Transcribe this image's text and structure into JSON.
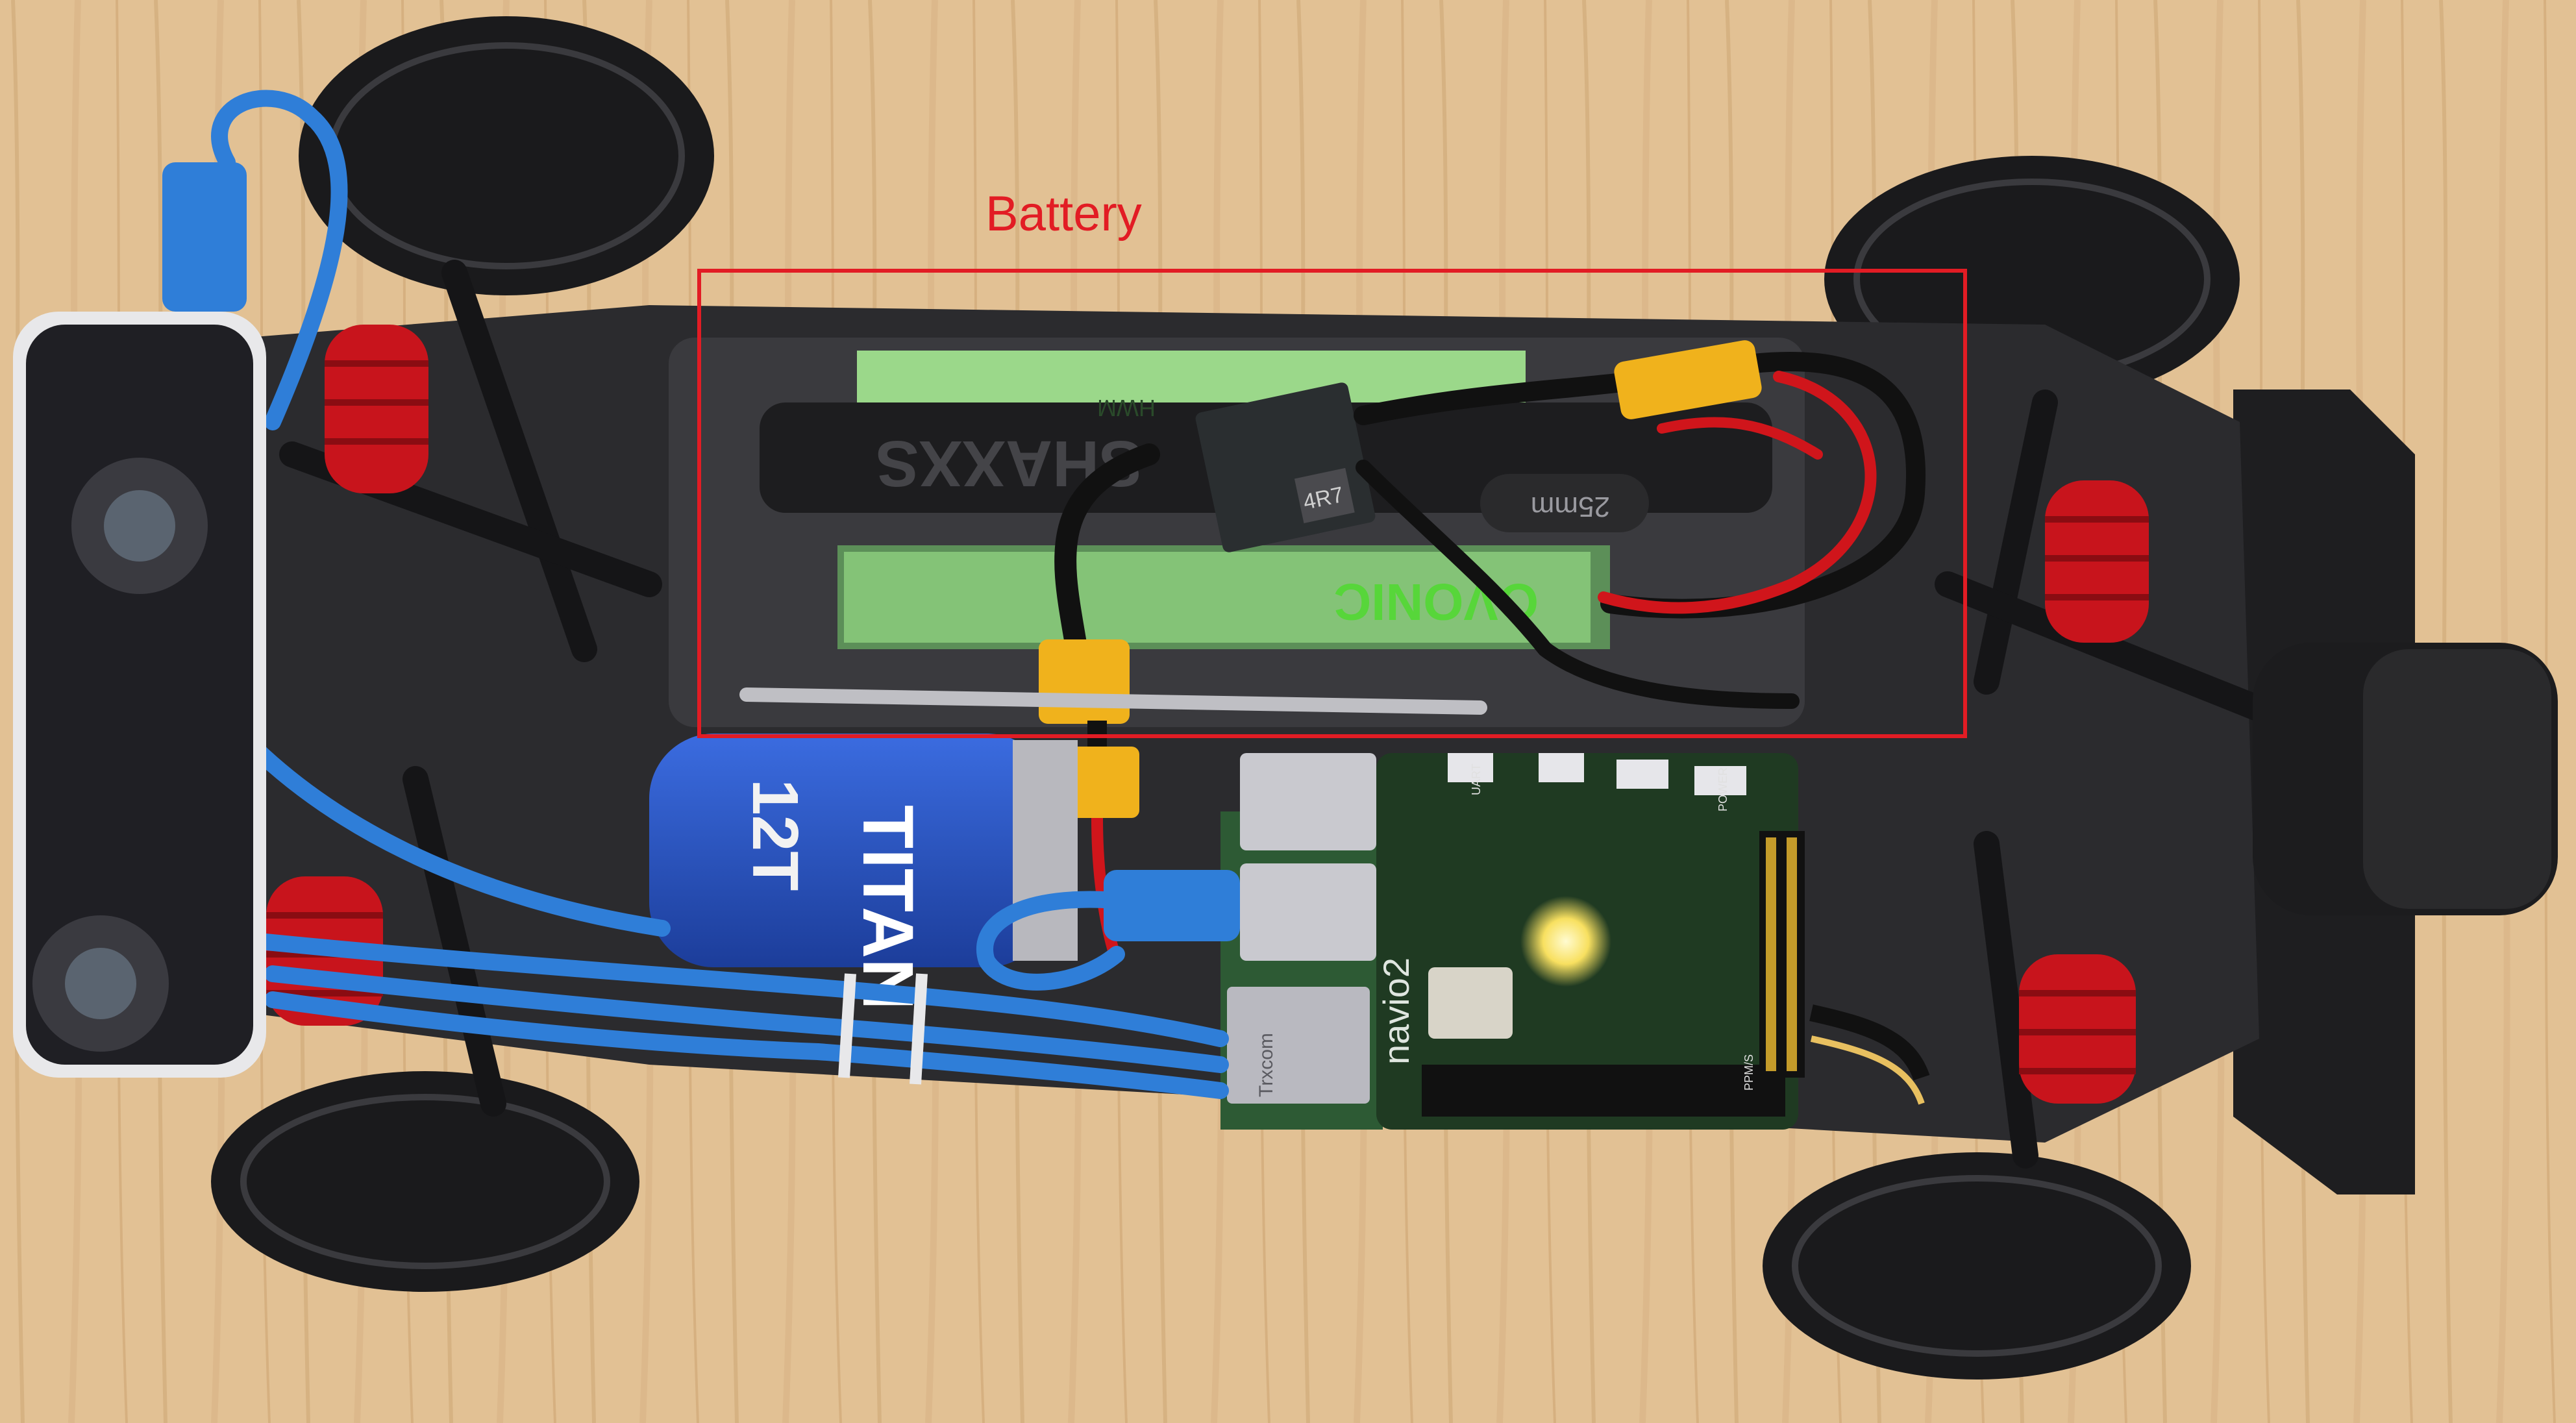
{
  "annotation": {
    "label": "Battery",
    "color": "#e21c24"
  },
  "printed_text": {
    "battery_top": "HWM",
    "strap_brand": "SHAXXS",
    "strap_size": "25mm",
    "battery_side": "OVONIC",
    "regulator": "4R7",
    "motor_brand": "TITAN",
    "motor_number": "12T",
    "board_brand": "navio2",
    "eth_brand": "Trxcom",
    "port_uart": "UART",
    "port_power": "POWER",
    "port_ppm": "PPM/S"
  },
  "colors": {
    "table": "#e2c194",
    "table_grain": "#cfa976",
    "tire": "#1a1a1c",
    "chassis": "#2b2b2e",
    "spring": "#c8141c",
    "camera": "#1f1f24",
    "cable": "#2f7ed8",
    "pcb": "#1f3a22",
    "xt60": "#f0b21c",
    "battery": "#9bd88a",
    "motor": "#2852c8"
  }
}
